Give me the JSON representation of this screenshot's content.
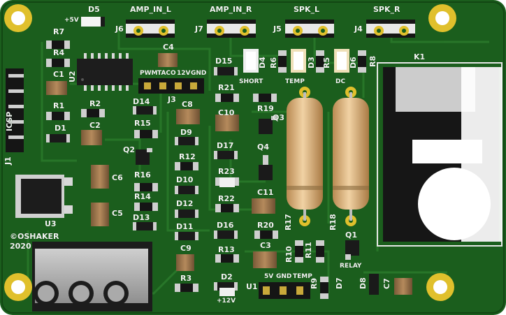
{
  "board": {
    "copyright": "©OSHAKER",
    "year": "2020"
  },
  "connectors": {
    "amp_in_l": "AMP_IN_L",
    "amp_in_r": "AMP_IN_R",
    "spk_l": "SPK_L",
    "spk_r": "SPK_R",
    "j6": "J6",
    "j7": "J7",
    "j5": "J5",
    "j4": "J4",
    "j3": "J3",
    "j1": "J1",
    "icsp": "ICSP",
    "k1": "K1"
  },
  "header_pins": {
    "pwm": "PWM",
    "taco": "TACO",
    "v12": "12V",
    "gnd": "GND",
    "u1_5v": "5V",
    "u1_gnd": "GND",
    "u1_temp": "TEMP"
  },
  "indicators": {
    "short": "SHORT",
    "temp": "TEMP",
    "dc": "DC",
    "relay": "RELAY",
    "plus5v": "+5V",
    "plus12v": "+12V"
  },
  "refs": {
    "D5": "D5",
    "R7": "R7",
    "R4": "R4",
    "C1": "C1",
    "U2": "U2",
    "C4": "C4",
    "R1": "R1",
    "D1": "D1",
    "R2": "R2",
    "C2": "C2",
    "D14": "D14",
    "R15": "R15",
    "Q2": "Q2",
    "R16": "R16",
    "R14": "R14",
    "D13": "D13",
    "C6": "C6",
    "C5": "C5",
    "U3": "U3",
    "C8": "C8",
    "D9": "D9",
    "R12": "R12",
    "D10": "D10",
    "D12": "D12",
    "D11": "D11",
    "C9": "C9",
    "R3": "R3",
    "D15": "D15",
    "R21": "R21",
    "C10": "C10",
    "D17": "D17",
    "R23": "R23",
    "R22": "R22",
    "D16": "D16",
    "R13": "R13",
    "D2": "D2",
    "C3": "C3",
    "U1": "U1",
    "D4": "D4",
    "R6": "R6",
    "D3": "D3",
    "R5": "R5",
    "D6": "D6",
    "R8": "R8",
    "R19": "R19",
    "Q3": "Q3",
    "Q4": "Q4",
    "C11": "C11",
    "R20": "R20",
    "R17": "R17",
    "R18": "R18",
    "R10": "R10",
    "R11": "R11",
    "Q1": "Q1",
    "R9": "R9",
    "D7": "D7",
    "D8": "D8",
    "C7": "C7"
  }
}
